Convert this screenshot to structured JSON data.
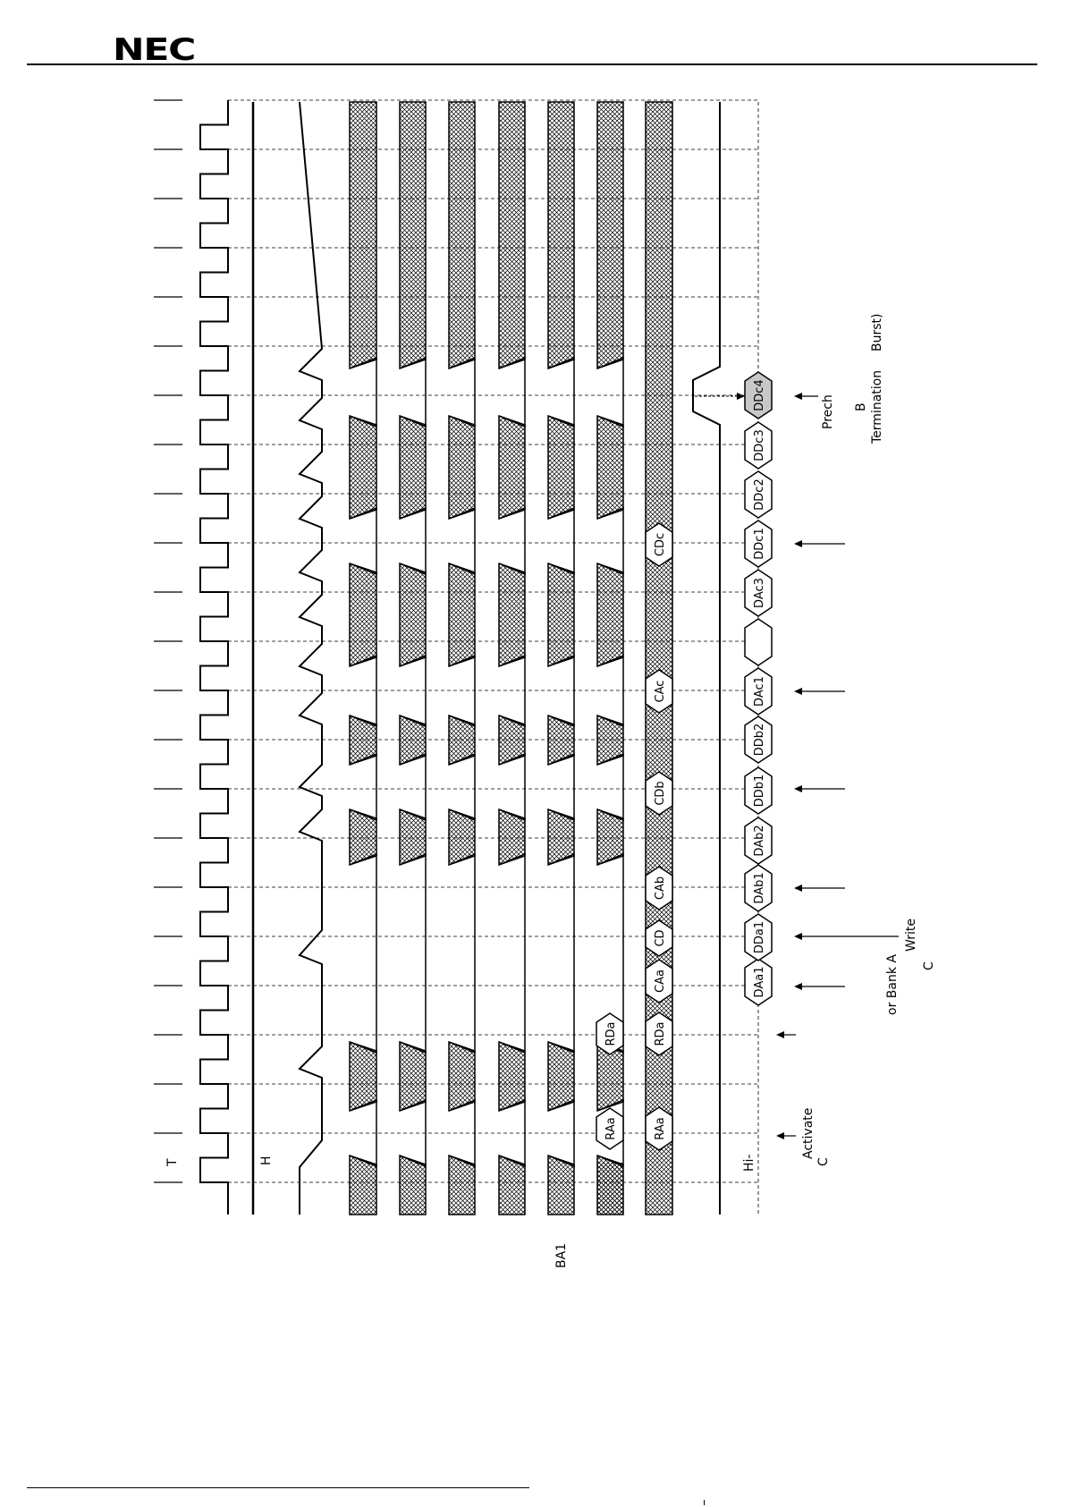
{
  "header": {
    "logo": "NEC"
  },
  "signals": {
    "clk_label": "T",
    "cke_label": "H",
    "ba_label": "BA1",
    "dq_hiz_label": "Hi-"
  },
  "addr_labels": [
    "RAa",
    "RDa",
    "CAa",
    "CD",
    "CAb",
    "CDb",
    "CAc",
    "CDc"
  ],
  "a10_labels": [
    "RAa",
    "RDa"
  ],
  "data_labels": [
    "DAa1",
    "DDa1",
    "DAb1",
    "DAb2",
    "DDb1",
    "DDb2",
    "DAc1",
    "",
    "DAc3",
    "DDc1",
    "DDc2",
    "DDc3",
    "DDc4"
  ],
  "annotations": {
    "activate_1": "Activate",
    "activate_2": "C",
    "bank_1": "or Bank A",
    "write_1": "Write",
    "write_2": "C",
    "precharge_1": "Prech",
    "precharge_2": "B",
    "precharge_3": "Termination",
    "precharge_4": "Burst)"
  },
  "colors": {
    "hatch": "#000000",
    "ddc4_fill": "#c8c8c8"
  }
}
